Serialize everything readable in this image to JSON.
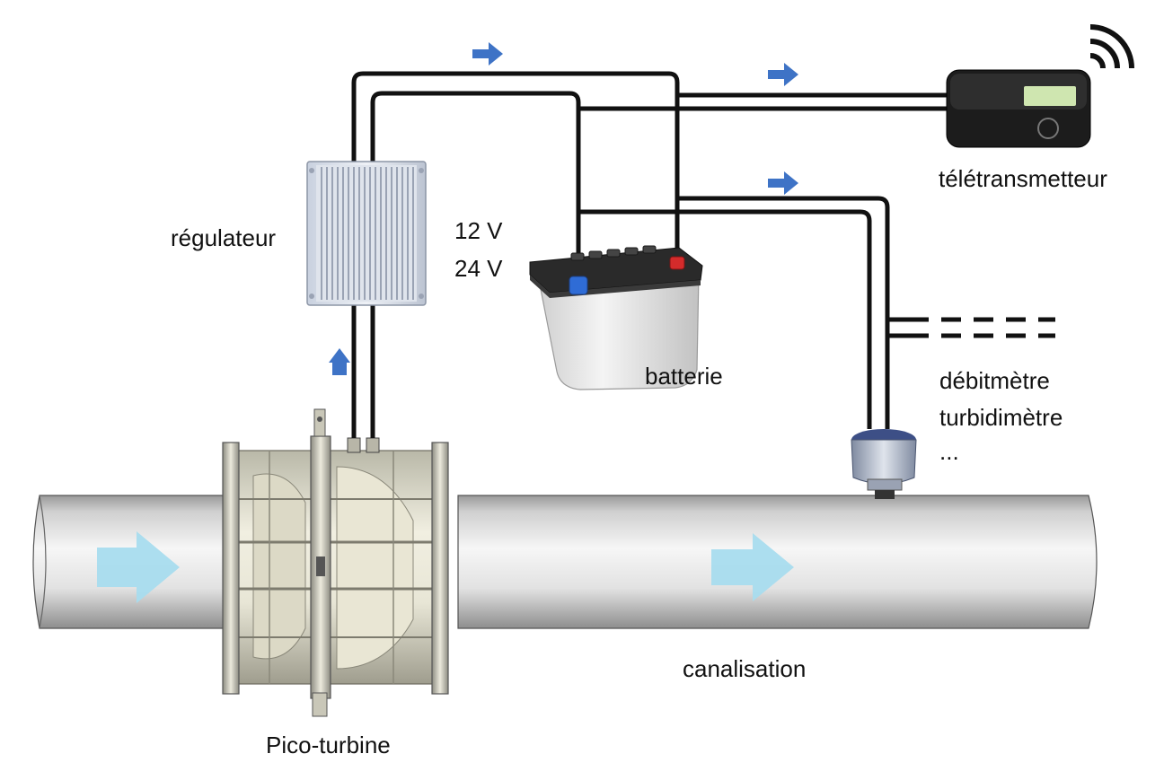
{
  "diagram": {
    "labels": {
      "regulator": "régulateur",
      "voltage_12": "12 V",
      "voltage_24": "24 V",
      "battery": "batterie",
      "teletransmitter": "télétransmetteur",
      "sensor_flowmeter": "débitmètre",
      "sensor_turbidimeter": "turbidimètre",
      "sensor_more": "...",
      "pipe": "canalisation",
      "turbine": "Pico-turbine"
    },
    "colors": {
      "wire": "#111111",
      "power_arrow": "#3e73c6",
      "flow_arrow": "#a8dcee",
      "pipe_light": "#f4f4f4",
      "pipe_dark": "#a9a9a9",
      "battery_case": "#e6e6e6",
      "battery_lid": "#2a2a2a",
      "terminal_negative": "#2f6cd6",
      "terminal_positive": "#d42b2b",
      "transmitter_body": "#1c1c1c",
      "transmitter_display": "#cfe6b0"
    },
    "icons": {
      "regulator": "heatsink-regulator-icon",
      "battery": "car-battery-icon",
      "transmitter": "teletransmitter-device-icon",
      "wireless": "wifi-signal-icon",
      "sensor": "flow-sensor-icon",
      "turbine": "pico-turbine-icon"
    }
  }
}
